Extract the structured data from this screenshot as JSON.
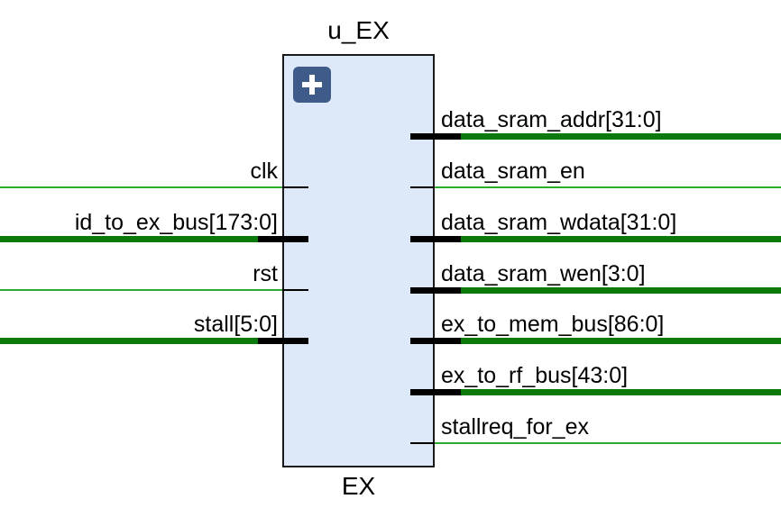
{
  "instance_name": "u_EX",
  "module_name": "EX",
  "colors": {
    "wire": "#2eab2e",
    "bus": "#0b7a0b",
    "block_fill": "#dde9f8",
    "block_border": "#1a1a1a",
    "expand_button": "#3e5b8a"
  },
  "expand_button": {
    "icon": "plus-icon"
  },
  "inputs": [
    {
      "name": "clk",
      "bus": false
    },
    {
      "name": "id_to_ex_bus[173:0]",
      "bus": true
    },
    {
      "name": "rst",
      "bus": false
    },
    {
      "name": "stall[5:0]",
      "bus": true
    }
  ],
  "outputs": [
    {
      "name": "data_sram_addr[31:0]",
      "bus": true
    },
    {
      "name": "data_sram_en",
      "bus": false
    },
    {
      "name": "data_sram_wdata[31:0]",
      "bus": true
    },
    {
      "name": "data_sram_wen[3:0]",
      "bus": true
    },
    {
      "name": "ex_to_mem_bus[86:0]",
      "bus": true
    },
    {
      "name": "ex_to_rf_bus[43:0]",
      "bus": true
    },
    {
      "name": "stallreq_for_ex",
      "bus": false
    }
  ]
}
